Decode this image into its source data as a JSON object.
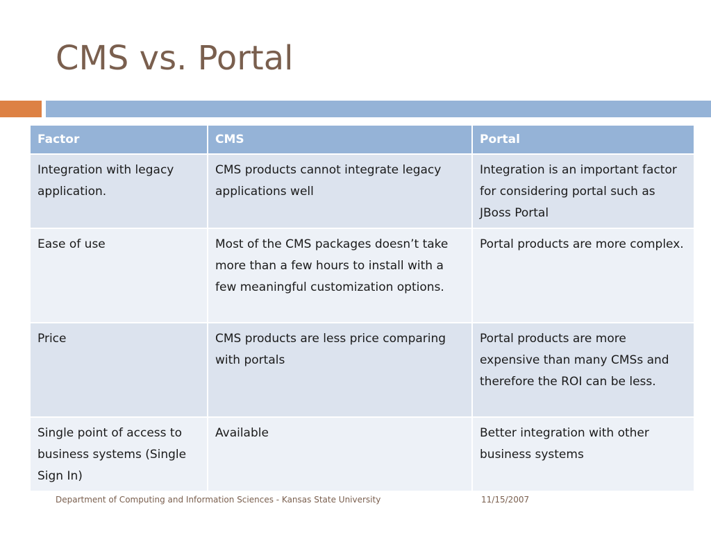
{
  "slide": {
    "title": "CMS vs. Portal"
  },
  "table": {
    "headers": [
      "Factor",
      "CMS",
      "Portal"
    ],
    "rows": [
      {
        "factor": "Integration with legacy application.",
        "cms": "CMS products cannot integrate legacy applications well",
        "portal": "Integration is an important factor for considering portal such as JBoss Portal"
      },
      {
        "factor": "Ease of use",
        "cms": "Most of the CMS packages doesn’t take more than a few hours to install with a few meaningful customization options.",
        "portal": "Portal products are more complex."
      },
      {
        "factor": "Price",
        "cms": "CMS products are less price comparing with portals",
        "portal": "Portal products are more expensive than many CMSs and therefore the ROI can be less."
      },
      {
        "factor": "Single point of access to business systems (Single Sign In)",
        "cms": "Available",
        "portal": "Better integration with other business systems"
      }
    ]
  },
  "footer": {
    "department": "Department of Computing and Information Sciences - Kansas State University",
    "date": "11/15/2007"
  },
  "colors": {
    "title": "#7a5f4e",
    "accent_orange": "#dd8144",
    "accent_blue": "#95b3d7",
    "header_fill": "#95b3d7",
    "row_fill_dark": "#dce3ee",
    "row_fill_light": "#edf1f7"
  }
}
